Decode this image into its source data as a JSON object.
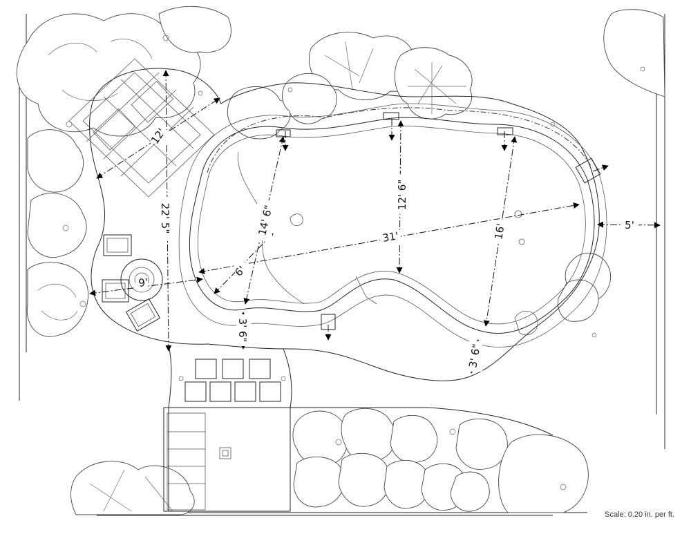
{
  "dimensions": {
    "d_22_5": "22' 5\"",
    "d_12": "12'",
    "d_14_6": "14' 6\"",
    "d_12_6": "12' 6\"",
    "d_31": "31'",
    "d_16": "16'",
    "d_6": "6'",
    "d_9": "9'",
    "d_3_6_left": "3' 6\"",
    "d_3_6_right": "3' 6\"",
    "d_5": "5'"
  },
  "scale_note": "Scale: 0.20 in. per ft."
}
